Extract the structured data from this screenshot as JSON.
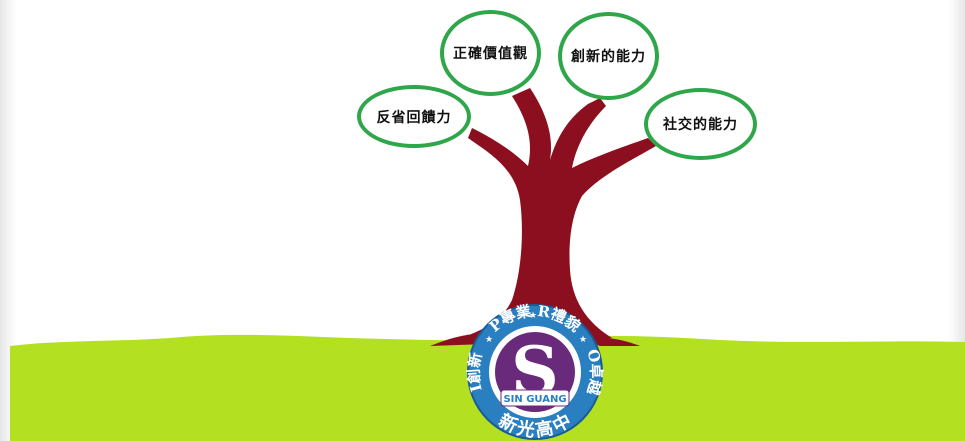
{
  "colors": {
    "trunk": "#8b0f1e",
    "ground": "#b3e021",
    "bubble_border": "#2fa64a",
    "logo_ring": "#2a7fc0",
    "logo_center": "#6a2a7c"
  },
  "bubbles": {
    "reflect": "反省回饋力",
    "values": "正確價值觀",
    "create": "創新的能力",
    "social": "社交的能力"
  },
  "logo": {
    "ring_text_top": "P專業 R禮貌",
    "ring_text_left": "I創新",
    "ring_text_right": "O卓越",
    "ring_text_bottom": "新光高中",
    "center_letter": "S",
    "banner": "SIN GUANG"
  }
}
